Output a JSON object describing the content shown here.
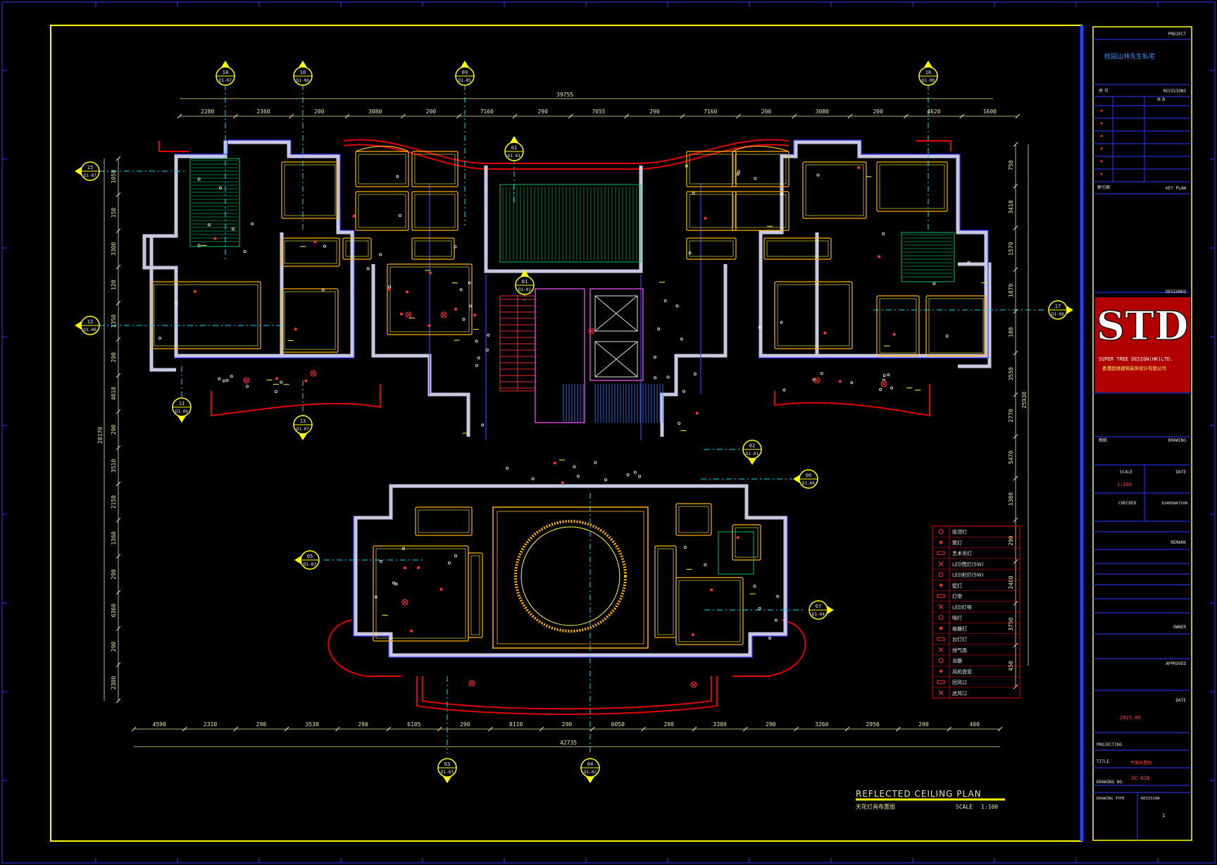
{
  "colors": {
    "background": "#000000",
    "frame": "#ffff00",
    "wall": "#c8c8e0",
    "wall_edge": "#3a3aff",
    "ceiling": "#ffb000",
    "curve": "#e00000",
    "axis": "#00e0ff",
    "dim": "#e6e6a0",
    "logo_bg": "#b00000",
    "titleblock_line": "#2a3cff"
  },
  "drawing": {
    "title": "REFLECTED  CEILING  PLAN",
    "subtitle": "天花灯具布置图",
    "scale_label": "SCALE",
    "scale_value": "1:100",
    "total_width_top": "39755",
    "total_width_bottom": "42735",
    "total_height_left": "28170",
    "total_height_right": "25930",
    "top_dims": [
      "2280",
      "2360",
      "200",
      "3080",
      "200",
      "7160",
      "290",
      "7055",
      "290",
      "7160",
      "200",
      "3080",
      "200",
      "4620",
      "1600"
    ],
    "bottom_dims": [
      "4590",
      "2310",
      "290",
      "3530",
      "290",
      "6105",
      "290",
      "8110",
      "290",
      "6050",
      "290",
      "3380",
      "290",
      "3260",
      "2950",
      "290",
      "400"
    ],
    "left_dims": [
      "1050",
      "150",
      "3300",
      "120",
      "1350",
      "290",
      "4010",
      "290",
      "3510",
      "2150",
      "1360",
      "290",
      "6360",
      "290",
      "2380"
    ],
    "right_dims": [
      "750",
      "3410",
      "1570",
      "1070",
      "100",
      "3550",
      "2770",
      "5470",
      "1380",
      "290",
      "2400",
      "3750",
      "450"
    ]
  },
  "section_markers": [
    {
      "num": "14",
      "ref": "D1-07",
      "dir": "up"
    },
    {
      "num": "10",
      "ref": "D1-06",
      "dir": "up"
    },
    {
      "num": "09",
      "ref": "D1-05",
      "dir": "up"
    },
    {
      "num": "16",
      "ref": "D1-08",
      "dir": "up"
    },
    {
      "num": "15",
      "ref": "D1-07",
      "dir": "left"
    },
    {
      "num": "01",
      "ref": "D1-01",
      "dir": "up"
    },
    {
      "num": "01",
      "ref": "D1-01",
      "dir": "up"
    },
    {
      "num": "12",
      "ref": "D1-06",
      "dir": "left"
    },
    {
      "num": "17",
      "ref": "D1-08",
      "dir": "right"
    },
    {
      "num": "11",
      "ref": "D1-06",
      "dir": "down"
    },
    {
      "num": "13",
      "ref": "D1-07",
      "dir": "down"
    },
    {
      "num": "02",
      "ref": "D1-01",
      "dir": "down"
    },
    {
      "num": "06",
      "ref": "D1-04",
      "dir": "left"
    },
    {
      "num": "05",
      "ref": "D1-03",
      "dir": "left"
    },
    {
      "num": "07",
      "ref": "D1-04",
      "dir": "right"
    },
    {
      "num": "03",
      "ref": "D1-03",
      "dir": "down"
    },
    {
      "num": "04",
      "ref": "D1-02",
      "dir": "down"
    }
  ],
  "legend": {
    "items": [
      "吸顶灯",
      "筒灯",
      "艺术吊灯",
      "LED筒灯(5W)",
      "LED射灯(5W)",
      "壁灯",
      "灯带",
      "LED灯带",
      "暗灯",
      "格栅灯",
      "台灯灯",
      "排气扇",
      "浴霸",
      "风机盘管",
      "回风口",
      "送风口"
    ]
  },
  "titleblock": {
    "project_label": "PROJECT",
    "project_name": "桂园山林先生私宅",
    "revisions_label": "REVISIONS",
    "rev_col1": "序 号",
    "rev_col3": "修 改",
    "key_plan_label": "KEY PLAN",
    "key_plan_cn": "索引图",
    "designed_label": "DESIGNED",
    "logo": "STD",
    "company_en": "SUPER TREE DESIGN(HK)LTD.",
    "company_cn": "香港超维建筑装饰设计有限公司",
    "drawing_label": "DRAWING",
    "drawing_cn": "图纸",
    "scale_label": "SCALE",
    "scale_value": "1:100",
    "date_label": "DATE",
    "checked_label": "CHECKED",
    "examination_label": "EXAMINATION",
    "remark_label": "REMARK",
    "owner_label": "OWNER",
    "approved_label": "APPROVED",
    "date2_label": "DATE",
    "date_value": "2015.09",
    "projecting_label": "PROJECTING",
    "title_label": "TITLE",
    "title_value": "平面布置图",
    "drawing_no_label": "DRAWING NO.",
    "drawing_no_value": "DC-01B",
    "drawing_type_label": "DRAWING TYPE",
    "revision_label": "REVISION",
    "revision_value": "1"
  }
}
